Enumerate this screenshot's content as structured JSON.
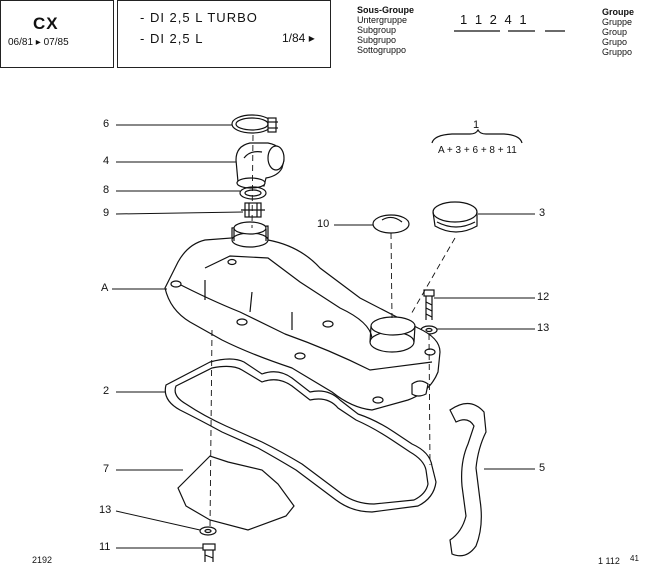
{
  "header": {
    "model": "CX",
    "date_range": "06/81 ▸ 07/85",
    "engine_line_1": "- DI 2,5 L TURBO",
    "engine_line_2": "- DI 2,5 L",
    "engine_line_2_date": "1/84 ▸",
    "subgroup_labels": [
      "Sous-Groupe",
      "Untergruppe",
      "Subgroup",
      "Subgrupo",
      "Sottogruppo"
    ],
    "group_code": "1 1 2  4 1",
    "group_labels": [
      "Groupe",
      "Gruppe",
      "Group",
      "Grupo",
      "Gruppo"
    ]
  },
  "kit": {
    "number": "1",
    "contents": "A + 3 + 6 + 8 + 11"
  },
  "callouts": {
    "c6": "6",
    "c4": "4",
    "c8": "8",
    "c9": "9",
    "c10": "10",
    "c3": "3",
    "cA": "A",
    "c12": "12",
    "c13a": "13",
    "c2": "2",
    "c5": "5",
    "c7": "7",
    "c13b": "13",
    "c11": "11"
  },
  "footer": {
    "left_code": "2192",
    "right_code": "1 112",
    "right_index": "41"
  }
}
